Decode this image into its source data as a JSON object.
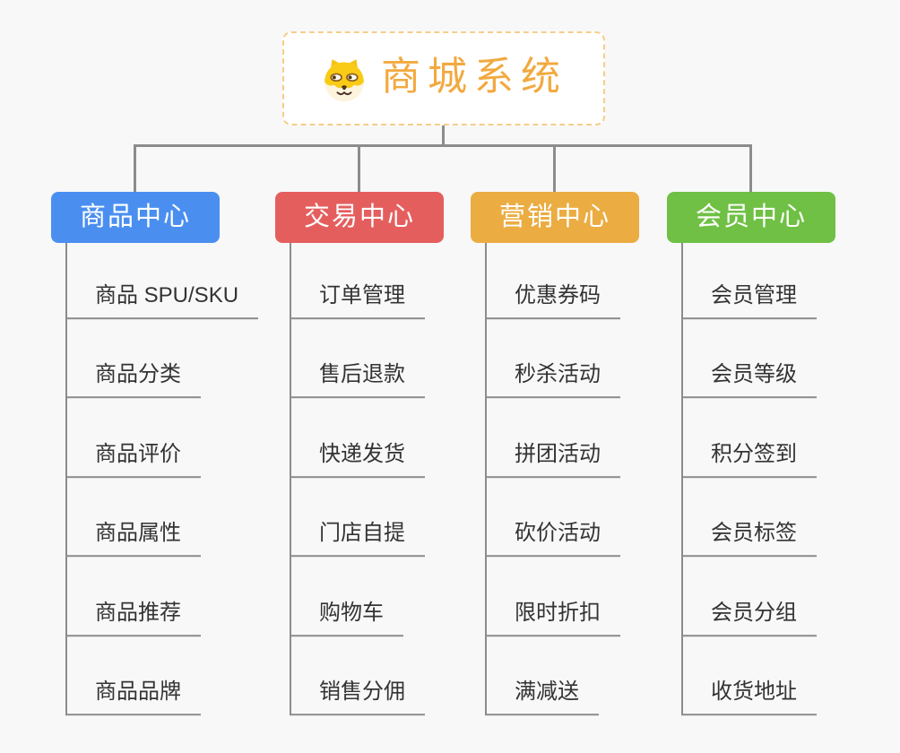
{
  "page": {
    "background": "#f8f8f8",
    "connector_color": "#8c8c8c"
  },
  "root": {
    "title": "商城系统",
    "icon": "shiba-dog-icon",
    "text_color": "#f2a93f",
    "border_color": "#f6cd8a"
  },
  "branches": [
    {
      "title": "商品中心",
      "color": "#4a8ff0",
      "items": [
        "商品 SPU/SKU",
        "商品分类",
        "商品评价",
        "商品属性",
        "商品推荐",
        "商品品牌"
      ]
    },
    {
      "title": "交易中心",
      "color": "#e55e5e",
      "items": [
        "订单管理",
        "售后退款",
        "快递发货",
        "门店自提",
        "购物车",
        "销售分佣"
      ]
    },
    {
      "title": "营销中心",
      "color": "#ebac42",
      "items": [
        "优惠券码",
        "秒杀活动",
        "拼团活动",
        "砍价活动",
        "限时折扣",
        "满减送"
      ]
    },
    {
      "title": "会员中心",
      "color": "#6fc044",
      "items": [
        "会员管理",
        "会员等级",
        "积分签到",
        "会员标签",
        "会员分组",
        "收货地址"
      ]
    }
  ]
}
